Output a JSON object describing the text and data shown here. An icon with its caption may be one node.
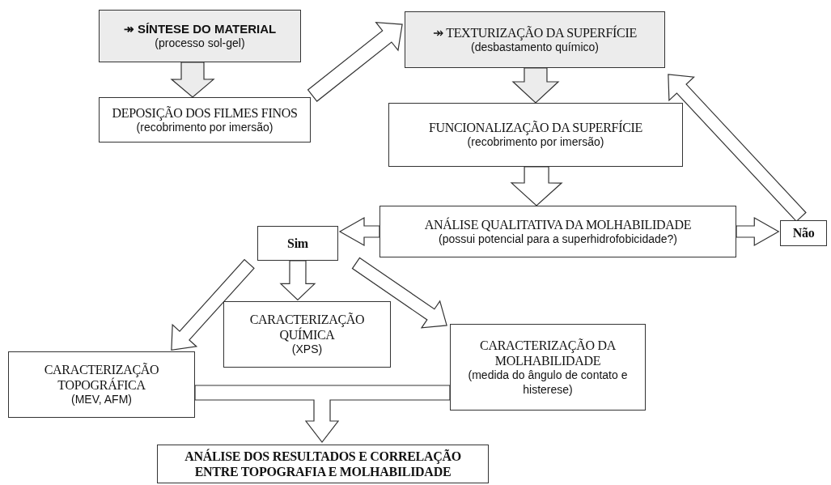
{
  "diagram": {
    "nodes": [
      {
        "text": [
          "↠ SÍNTESE DO MATERIAL",
          "(processo sol-gel)"
        ]
      },
      {
        "text": [
          "DEPOSIÇÃO DOS FILMES FINOS",
          "(recobrimento por imersão)"
        ]
      },
      {
        "text": [
          "↠ TEXTURIZAÇÃO DA SUPERFÍCIE",
          "(desbastamento químico)"
        ]
      },
      {
        "text": [
          "FUNCIONALIZAÇÃO DA SUPERFÍCIE",
          "(recobrimento por imersão)"
        ]
      },
      {
        "text": [
          "ANÁLISE QUALITATIVA DA MOLHABILIDADE",
          "(possui potencial para a superhidrofobicidade?)"
        ]
      },
      {
        "text": [
          "Sim"
        ]
      },
      {
        "text": [
          "Não"
        ]
      },
      {
        "text": [
          "CARACTERIZAÇÃO QUÍMICA",
          "(XPS)"
        ]
      },
      {
        "text": [
          "CARACTERIZAÇÃO TOPOGRÁFICA",
          "(MEV, AFM)"
        ]
      },
      {
        "text": [
          "CARACTERIZAÇÃO DA MOLHABILIDADE",
          "(medida do ângulo de contato e histerese)"
        ]
      },
      {
        "text": [
          "ANÁLISE DOS RESULTADOS E CORRELAÇÃO ENTRE TOPOGRAFIA E MOLHABILIDADE"
        ]
      }
    ],
    "edges": [
      {
        "from": 0,
        "to": 1,
        "arrow": "to"
      },
      {
        "from": 1,
        "to": 2,
        "arrow": "to"
      },
      {
        "from": 2,
        "to": 3,
        "arrow": "to"
      },
      {
        "from": 3,
        "to": 4,
        "arrow": "to"
      },
      {
        "from": 4,
        "to": 5,
        "arrow": "to"
      },
      {
        "from": 4,
        "to": 6,
        "arrow": "to"
      },
      {
        "from": 6,
        "to": 2,
        "arrow": "to"
      },
      {
        "from": 5,
        "to": 8,
        "arrow": "to"
      },
      {
        "from": 5,
        "to": 7,
        "arrow": "to"
      },
      {
        "from": 5,
        "to": 9,
        "arrow": "to"
      },
      {
        "from": 8,
        "to": 10,
        "arrow": "to"
      },
      {
        "from": 9,
        "to": 10,
        "arrow": "to"
      }
    ]
  }
}
